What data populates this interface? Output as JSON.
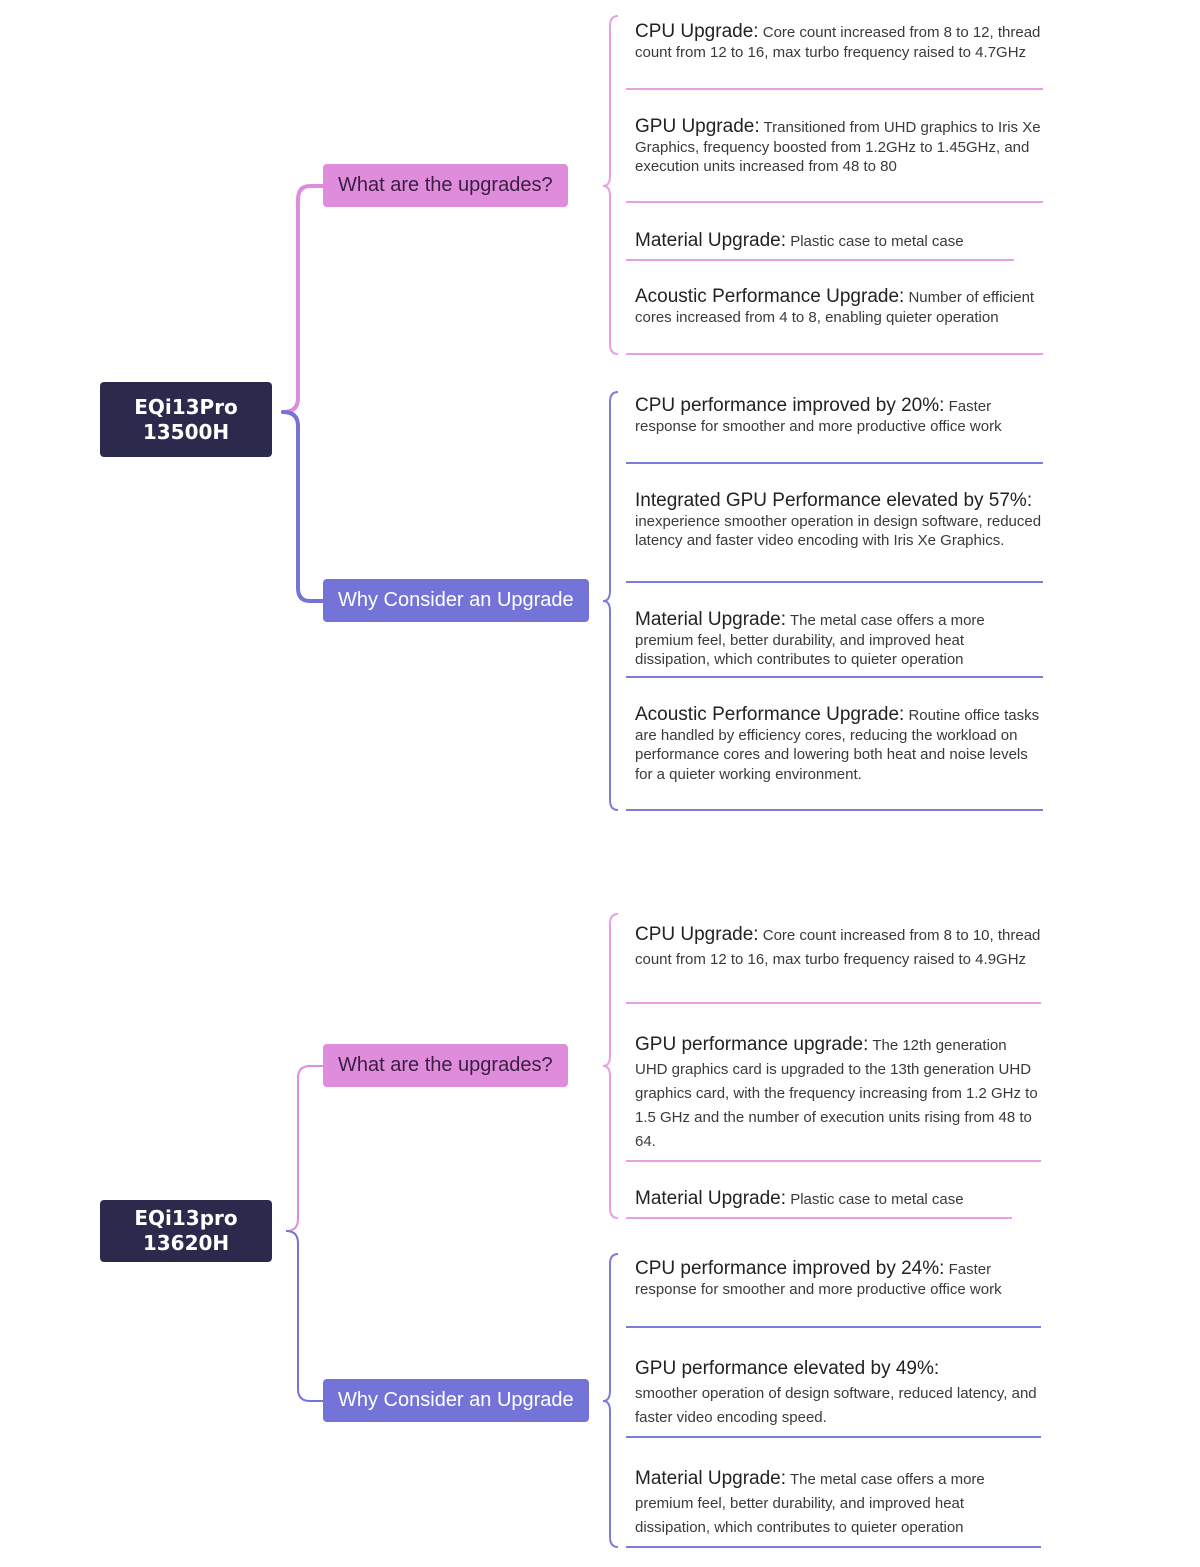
{
  "colors": {
    "root": "#2b2a4c",
    "upgrades_branch": "#df8cdc",
    "consider_branch": "#7474d8",
    "upgrades_line": "#e6a0e3",
    "consider_line": "#7d7dd9"
  },
  "maps": [
    {
      "root": [
        "EQi13Pro",
        "13500H"
      ],
      "upgrades": {
        "label": "What are the upgrades?",
        "items": [
          {
            "title": "CPU Upgrade:",
            "text": "Core count increased from 8 to 12, thread count from 12 to 16, max turbo frequency raised to 4.7GHz"
          },
          {
            "title": "GPU Upgrade:",
            "text": "Transitioned from UHD graphics to Iris Xe Graphics, frequency boosted from 1.2GHz to 1.45GHz, and execution units increased from 48 to 80"
          },
          {
            "title": "Material Upgrade:",
            "text": "Plastic case to metal case"
          },
          {
            "title": "Acoustic Performance Upgrade:",
            "text": "Number of efficient cores increased from 4 to 8, enabling quieter operation"
          }
        ]
      },
      "consider": {
        "label": "Why Consider an Upgrade",
        "items": [
          {
            "title": "CPU performance improved by 20%:",
            "text": "Faster response for smoother and more productive office work"
          },
          {
            "title": "Integrated GPU Performance elevated by 57%:",
            "text": "inexperience smoother operation in design software, reduced latency and faster video encoding with Iris Xe Graphics."
          },
          {
            "title": "Material Upgrade:",
            "text": "The metal case offers a more premium feel, better durability, and improved heat dissipation, which contributes to quieter operation"
          },
          {
            "title": "Acoustic Performance Upgrade:",
            "text": "Routine office tasks are handled by efficiency cores, reducing the workload on performance cores and lowering both heat and noise levels for a quieter working environment."
          }
        ]
      }
    },
    {
      "root": [
        "EQi13pro",
        "13620H"
      ],
      "upgrades": {
        "label": "What are the upgrades?",
        "items": [
          {
            "title": "CPU Upgrade:",
            "text": "Core count increased from 8 to 10, thread count from 12 to 16, max turbo frequency raised to 4.9GHz"
          },
          {
            "title": "GPU performance upgrade:",
            "text": "The 12th generation UHD graphics card is upgraded to the 13th generation UHD graphics card, with the frequency increasing from 1.2 GHz to 1.5 GHz and the number of execution units rising from 48 to 64."
          },
          {
            "title": "Material Upgrade:",
            "text": "Plastic case to metal case"
          }
        ]
      },
      "consider": {
        "label": "Why Consider an Upgrade",
        "items": [
          {
            "title": "CPU performance improved by 24%:",
            "text": "Faster response for smoother and more productive office work"
          },
          {
            "title": "GPU performance elevated by 49%:",
            "text": "smoother operation of design software, reduced latency, and faster video encoding speed."
          },
          {
            "title": "Material Upgrade:",
            "text": "The metal case offers a more premium feel, better durability, and improved heat dissipation, which contributes to quieter operation"
          }
        ]
      }
    }
  ]
}
